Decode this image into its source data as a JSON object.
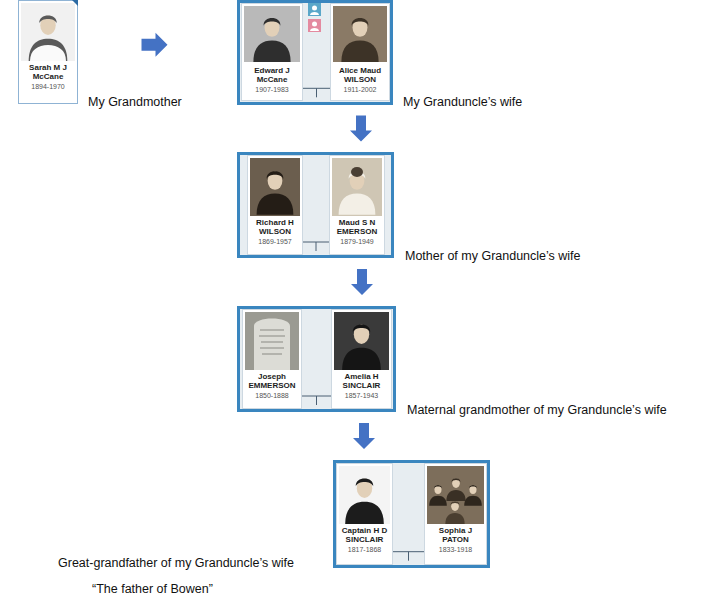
{
  "diagram": {
    "nodes": [
      {
        "text": [
          "Sarah M J McCane",
          "1894-1970"
        ]
      },
      {
        "text": [
          "My Granduncle’s wife"
        ]
      },
      {
        "text": [
          "Edward J McCane",
          "1907-1983"
        ],
        "in": 1
      },
      {
        "text": [
          "Alice Maud WILSON",
          "1911-2002"
        ],
        "in": 1
      },
      {
        "text": [
          "Mother of my Granduncle’s wife"
        ]
      },
      {
        "text": [
          "Richard H WILSON",
          "1869-1957"
        ],
        "in": 4
      },
      {
        "text": [
          "Maud S N EMERSON",
          "1879-1949"
        ],
        "in": 4
      },
      {
        "text": [
          "Maternal grandmother of my Granduncle’s wife"
        ]
      },
      {
        "text": [
          "Joseph EMMERSON",
          "1850-1888"
        ],
        "in": 7
      },
      {
        "text": [
          "Amelia H SINCLAIR",
          "1857-1943"
        ],
        "in": 7
      },
      {
        "text": [
          "Great-grandfather of my Granduncle’s wife",
          "“The father of Bowen”"
        ]
      },
      {
        "text": [
          "Captain H D SINCLAIR",
          "1817-1868"
        ],
        "in": 10
      },
      {
        "text": [
          "Sophia J PATON",
          "1833-1918"
        ],
        "in": 10
      }
    ],
    "edges": [
      {
        "from": 0,
        "to": 1,
        "arrow": "to"
      },
      {
        "from": 1,
        "to": 4,
        "arrow": "to"
      },
      {
        "from": 4,
        "to": 7,
        "arrow": "to"
      },
      {
        "from": 7,
        "to": 10,
        "arrow": "to"
      },
      {
        "from": 2,
        "to": 3,
        "arrow": "none"
      },
      {
        "from": 5,
        "to": 6,
        "arrow": "none"
      },
      {
        "from": 8,
        "to": 9,
        "arrow": "none"
      },
      {
        "from": 11,
        "to": 12,
        "arrow": "none"
      }
    ],
    "labels": [
      "My Grandmother"
    ]
  }
}
